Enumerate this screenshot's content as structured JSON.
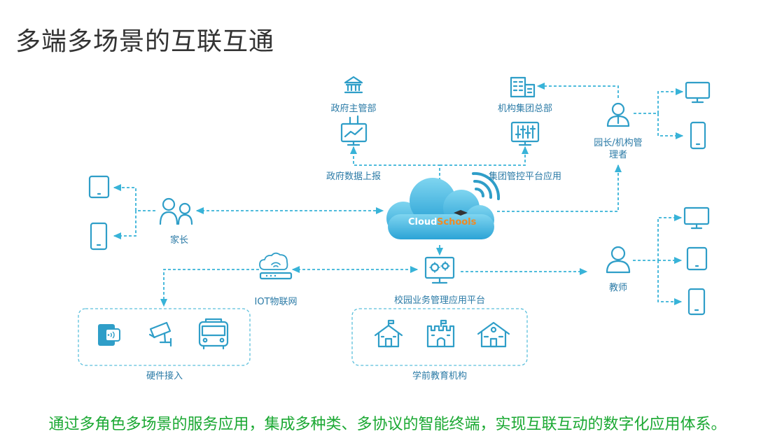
{
  "title": "多端多场景的互联互通",
  "footer": "通过多角色多场景的服务应用，集成多种类、多协议的智能终端，实现互联互动的数字化应用体系。",
  "colors": {
    "accent": "#2f9ec8",
    "line": "#38b3d8",
    "footer": "#1aa832",
    "label": "#2a7aa6"
  },
  "cloud": {
    "logo_a": "Cloud",
    "logo_b": "Schools"
  },
  "nodes": {
    "gov": "政府主管部",
    "gov_report": "政府数据上报",
    "group_hq": "机构集团总部",
    "group_platform": "集团管控平台应用",
    "principal_line1": "园长/机构管",
    "principal_line2": "理者",
    "parent": "家长",
    "teacher": "教师",
    "iot": "IOT物联网",
    "campus_platform": "校园业务管理应用平台",
    "hardware": "硬件接入",
    "preschool": "学前教育机构"
  },
  "icons": [
    "bank-icon",
    "chart-monitor-icon",
    "building-icon",
    "sliders-monitor-icon",
    "manager-icon",
    "desktop-icon",
    "phone-icon",
    "tablet-icon",
    "parents-icon",
    "router-icon",
    "gear-monitor-icon",
    "access-card-icon",
    "camera-icon",
    "bus-icon",
    "school-icon",
    "castle-icon",
    "wifi-signal-icon"
  ]
}
